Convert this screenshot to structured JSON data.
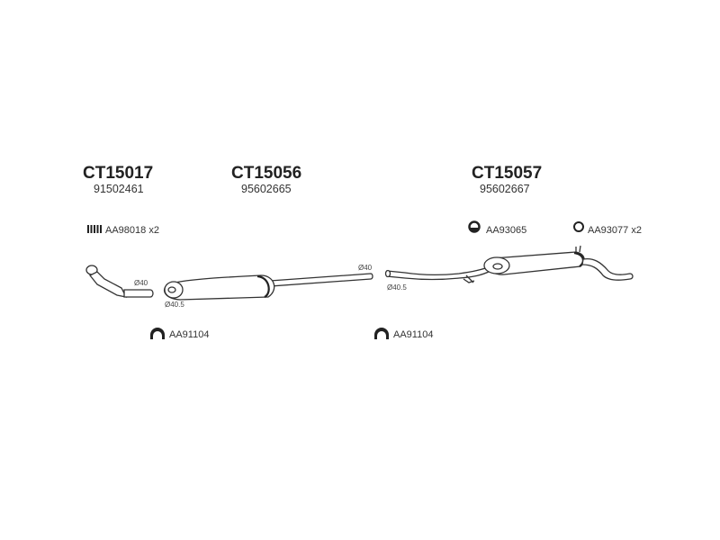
{
  "assemblies": [
    {
      "code": "CT15017",
      "oem": "91502461"
    },
    {
      "code": "CT15056",
      "oem": "95602665"
    },
    {
      "code": "CT15057",
      "oem": "95602667"
    }
  ],
  "parts": {
    "spring_bolts": {
      "label": "AA98018 x2",
      "icon": "spring-icon"
    },
    "clamp_1": {
      "label": "AA91104",
      "icon": "clamp-icon"
    },
    "clamp_2": {
      "label": "AA91104",
      "icon": "clamp-icon"
    },
    "rubber_mount": {
      "label": "AA93065",
      "icon": "rubber-ring-icon"
    },
    "ring_mount": {
      "label": "AA93077 x2",
      "icon": "ring-icon"
    }
  },
  "diameters": {
    "front_pipe_out": "Ø40",
    "middle_in": "Ø40.5",
    "middle_out": "Ø40",
    "rear_in": "Ø40.5"
  }
}
